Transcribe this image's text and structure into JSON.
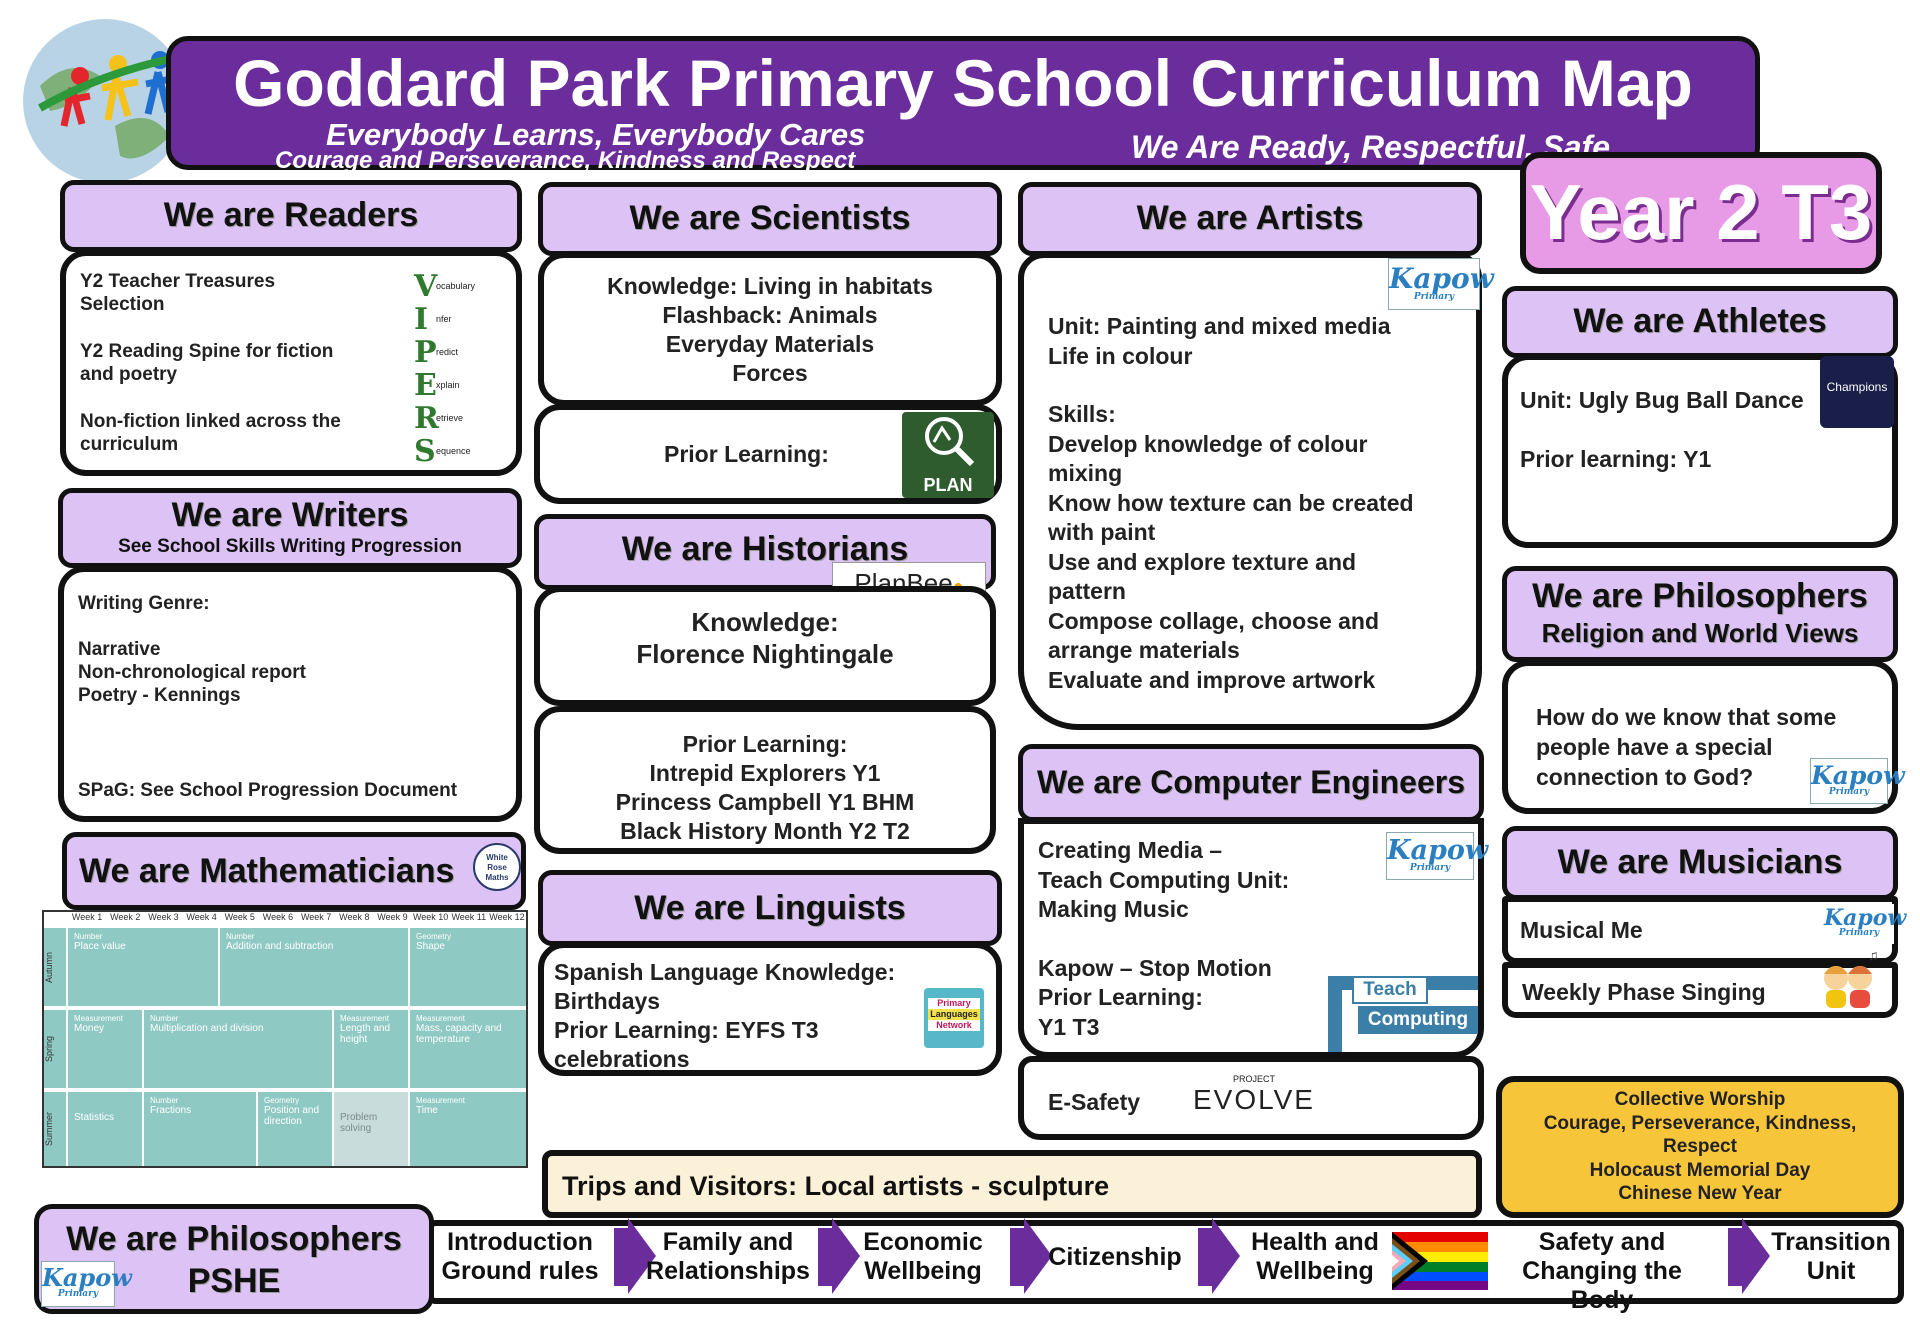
{
  "header": {
    "title": "Goddard Park Primary School Curriculum Map",
    "motto_1": "Everybody Learns, Everybody Cares",
    "motto_2": "Courage and Perseverance, Kindness and Respect",
    "motto_3": "We Are Ready, Respectful, Safe",
    "year_badge": "Year 2 T3"
  },
  "colors": {
    "purple": "#6b2d9c",
    "lilac": "#dcc2f5",
    "gold": "#f7c53a",
    "cream": "#fbf1d8",
    "teal": "#8fc9c3"
  },
  "readers": {
    "title": "We are Readers",
    "items": [
      "Y2 Teacher Treasures",
      "Selection",
      "Y2 Reading Spine for fiction",
      "and poetry",
      "Non-fiction linked across the",
      "curriculum"
    ],
    "vipers": [
      {
        "letter": "V",
        "word": "ocabulary"
      },
      {
        "letter": "I",
        "word": "nfer"
      },
      {
        "letter": "P",
        "word": "redict"
      },
      {
        "letter": "E",
        "word": "xplain"
      },
      {
        "letter": "R",
        "word": "etrieve"
      },
      {
        "letter": "S",
        "word": "equence"
      }
    ]
  },
  "writers": {
    "title": "We are Writers",
    "subtitle": "See School Skills Writing Progression",
    "genre_label": "Writing Genre:",
    "genres": [
      "Narrative",
      "Non-chronological report",
      "Poetry - Kennings"
    ],
    "spag": "SPaG: See School Progression Document"
  },
  "maths": {
    "title": "We are Mathematicians",
    "logo": [
      "White",
      "Rose",
      "Maths"
    ],
    "weeks": [
      "Week 1",
      "Week 2",
      "Week 3",
      "Week 4",
      "Week 5",
      "Week 6",
      "Week 7",
      "Week 8",
      "Week 9",
      "Week 10",
      "Week 11",
      "Week 12"
    ],
    "terms": [
      "Autumn",
      "Spring",
      "Summer"
    ],
    "autumn": [
      {
        "cat": "Number",
        "name": "Place value"
      },
      {
        "cat": "Number",
        "name": "Addition and subtraction"
      },
      {
        "cat": "Geometry",
        "name": "Shape"
      }
    ],
    "spring": [
      {
        "cat": "Measurement",
        "name": "Money"
      },
      {
        "cat": "Number",
        "name": "Multiplication and division"
      },
      {
        "cat": "Measurement",
        "name": "Length and height"
      },
      {
        "cat": "Measurement",
        "name": "Mass, capacity and temperature"
      }
    ],
    "summer": [
      {
        "cat": "",
        "name": "Statistics"
      },
      {
        "cat": "Number",
        "name": "Fractions"
      },
      {
        "cat": "Geometry",
        "name": "Position and direction"
      },
      {
        "cat": "",
        "name": "Problem solving"
      },
      {
        "cat": "Measurement",
        "name": "Time"
      }
    ]
  },
  "scientists": {
    "title": "We are Scientists",
    "lines": [
      "Knowledge: Living in habitats",
      "Flashback: Animals",
      "Everyday Materials",
      "Forces"
    ],
    "prior": "Prior Learning:",
    "plan_logo": "PLAN"
  },
  "historians": {
    "title": "We are Historians",
    "planbee": "PlanBee",
    "knowledge": [
      "Knowledge:",
      "Florence Nightingale"
    ],
    "prior": [
      "Prior Learning:",
      "Intrepid Explorers Y1",
      "Princess Campbell Y1 BHM",
      "Black History Month Y2 T2"
    ]
  },
  "linguists": {
    "title": "We are Linguists",
    "lines": [
      "Spanish Language Knowledge:",
      "Birthdays",
      "Prior Learning: EYFS T3",
      "celebrations"
    ],
    "logo": [
      "Primary",
      "Languages",
      "Network"
    ]
  },
  "artists": {
    "title": "We are Artists",
    "lines": [
      "Unit: Painting and mixed media",
      "Life in colour",
      "",
      "Skills:",
      "Develop knowledge of colour",
      "mixing",
      "Know how texture can be created",
      "with paint",
      "Use and explore texture and",
      "pattern",
      "Compose collage, choose and",
      "arrange materials",
      "Evaluate and improve artwork"
    ]
  },
  "computing": {
    "title": "We are Computer Engineers",
    "lines": [
      "Creating Media –",
      "Teach Computing Unit:",
      "Making Music",
      "",
      "Kapow – Stop Motion",
      "Prior Learning:",
      "Y1 T3"
    ],
    "teach_logo": [
      "Teach",
      "Computing"
    ],
    "esafety": "E-Safety",
    "evolve_small": "PROJECT",
    "evolve": "EVOLVE"
  },
  "athletes": {
    "title": "We are Athletes",
    "unit": "Unit: Ugly Bug Ball Dance",
    "prior": "Prior learning: Y1",
    "logo": "Champions"
  },
  "philosophers_re": {
    "title": "We are Philosophers",
    "subtitle": "Religion and World Views",
    "question": [
      "How do we know that some",
      "people have a special",
      "connection to God?"
    ]
  },
  "musicians": {
    "title": "We are Musicians",
    "unit": "Musical Me",
    "singing": "Weekly Phase Singing"
  },
  "worship": {
    "lines": [
      "Collective Worship",
      "Courage, Perseverance, Kindness,",
      "Respect",
      "Holocaust Memorial Day",
      "Chinese New Year"
    ]
  },
  "trips": "Trips and Visitors: Local artists - sculpture",
  "pshe": {
    "title_1": "We are Philosophers",
    "title_2": "PSHE",
    "units": [
      [
        "Introduction",
        "Ground rules"
      ],
      [
        "Family and",
        "Relationships"
      ],
      [
        "Economic",
        "Wellbeing"
      ],
      [
        "Citizenship",
        ""
      ],
      [
        "Health and",
        "Wellbeing"
      ],
      [
        "Safety and",
        "Changing the Body"
      ],
      [
        "Transition",
        "Unit"
      ]
    ]
  },
  "kapow": {
    "word": "Kapow",
    "sub": "Primary"
  }
}
